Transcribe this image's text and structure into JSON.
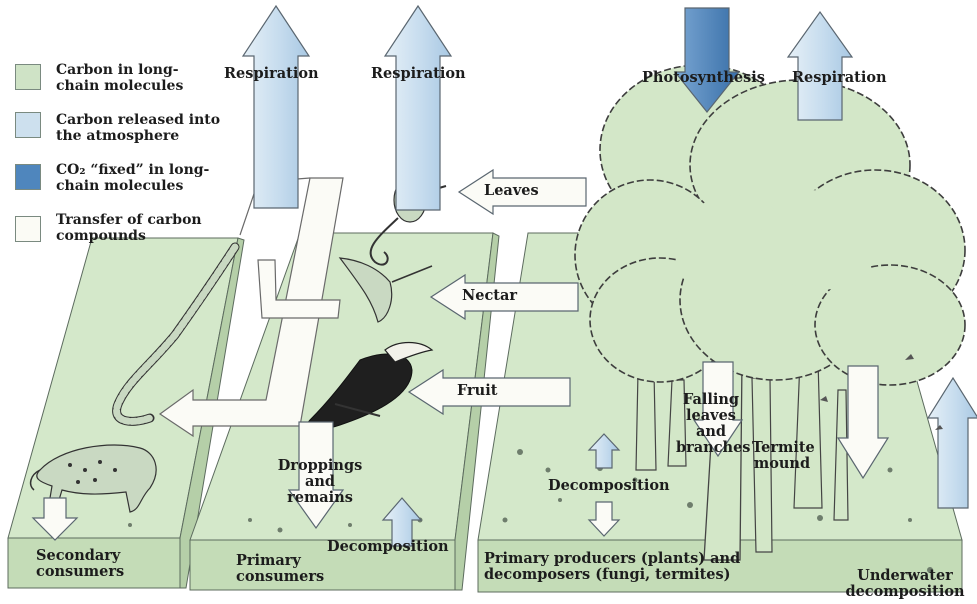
{
  "legend": [
    {
      "label": "Carbon in long-chain molecules",
      "color": "#cfe3c6"
    },
    {
      "label": "Carbon released into the atmosphere",
      "color": "#cde0ee"
    },
    {
      "label": "CO₂ “fixed” in long-chain molecules",
      "color": "#4f86bd"
    },
    {
      "label": "Transfer of carbon compounds",
      "color": "#fbfbf5"
    }
  ],
  "labels": {
    "respiration_1": "Respiration",
    "respiration_2": "Respiration",
    "photosynthesis": "Photosynthesis",
    "respiration_3": "Respiration",
    "leaves": "Leaves",
    "nectar": "Nectar",
    "fruit": "Fruit",
    "falling": "Falling leaves and branches",
    "termite": "Termite mound",
    "droppings": "Droppings and remains",
    "decomposition_1": "Decomposition",
    "decomposition_2": "Decomposition",
    "underwater": "Underwater decomposition",
    "secondary": "Secondary consumers",
    "primary": "Primary consumers",
    "producers": "Primary producers (plants) and decomposers (fungi, termites)"
  },
  "colors": {
    "slab_top": "#d4e8ca",
    "slab_side": "#bcd6b0",
    "outline": "#5c6b5e",
    "arrow_release": "#cfe2f0",
    "arrow_fixed": "#4e85bc",
    "arrow_transfer": "#fbfbf6",
    "tree_fill": "#d3e7c8",
    "animal": "#c9d9c2"
  }
}
